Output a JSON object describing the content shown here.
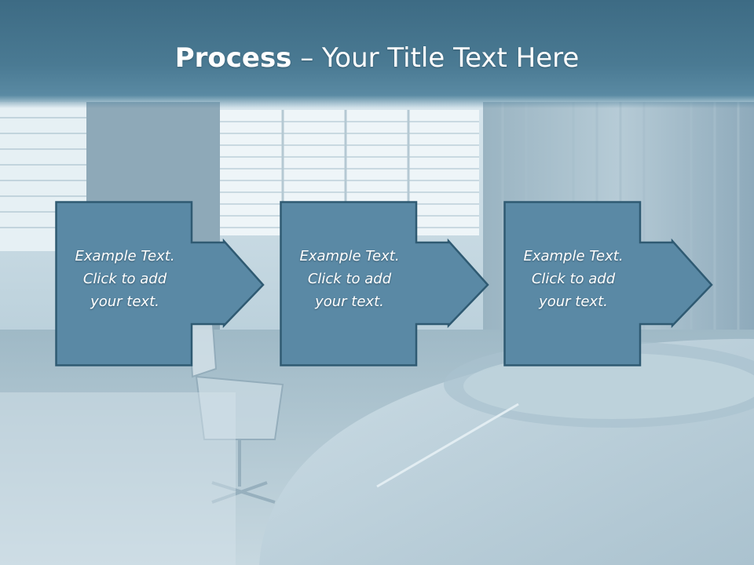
{
  "slide": {
    "title_bold": "Process",
    "title_rest": " – Your Title Text Here"
  },
  "steps": [
    {
      "line1": "Example Text.",
      "line2": "Click  to add",
      "line3": "your text."
    },
    {
      "line1": "Example Text.",
      "line2": "Click  to add",
      "line3": "your text."
    },
    {
      "line1": "Example Text.",
      "line2": "Click  to add",
      "line3": "your text."
    }
  ],
  "colors": {
    "title_band": "#4a7a93",
    "step_fill": "#5a89a5",
    "step_stroke": "#2f5a72",
    "text": "#ffffff"
  },
  "icons": {
    "arrow": "right-arrow-icon"
  }
}
